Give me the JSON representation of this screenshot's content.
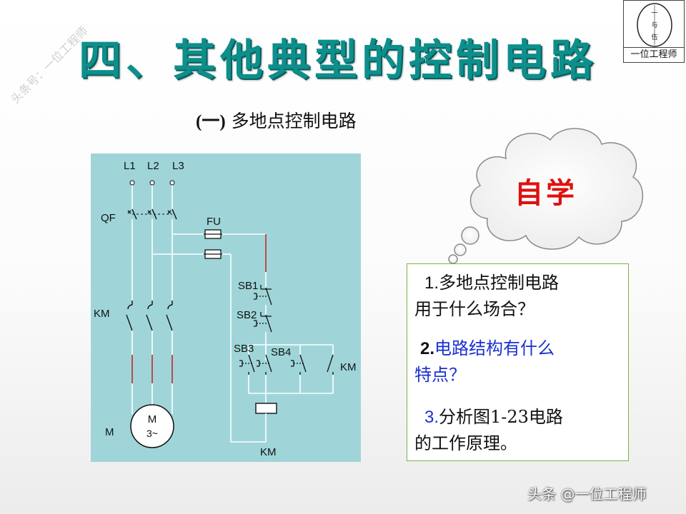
{
  "title": "四、其他典型的控制电路",
  "watermark": "头条号：一位工程师",
  "logo": {
    "text": "一位工程师",
    "seal_chars": [
      "一",
      "与",
      "伍"
    ]
  },
  "subtitle": {
    "paren": "(一)",
    "text": " 多地点控制电路"
  },
  "circuit": {
    "phase_labels": [
      "L1",
      "L2",
      "L3"
    ],
    "labels": {
      "qf": "QF",
      "fu": "FU",
      "km_main": "KM",
      "sb1": "SB1",
      "sb2": "SB2",
      "sb3": "SB3",
      "sb4": "SB4",
      "km_aux": "KM",
      "km_coil": "KM",
      "motor": "M",
      "motor_m": "M",
      "motor_rating": "3~"
    },
    "colors": {
      "background": "#9fd5d8",
      "wire": "#ffffff",
      "red_wire": "#c62828",
      "component": "#111111"
    }
  },
  "cloud": {
    "text": "自学",
    "color": "#e01010"
  },
  "questions": {
    "q1": {
      "num": "1.",
      "line1": "多地点控制电路",
      "line2": "用于什么场合？"
    },
    "q2": {
      "num": "2.",
      "line1": "电路结构有什么",
      "line2": "特点？"
    },
    "q3": {
      "num": "3.",
      "line1": "分析图1-23电路",
      "line2": "的工作原理。"
    }
  },
  "footer": "头条 @一位工程师",
  "colors": {
    "title": "#0d8f8c",
    "blue_text": "#1a2fd1",
    "box_border": "#7fb24a"
  }
}
